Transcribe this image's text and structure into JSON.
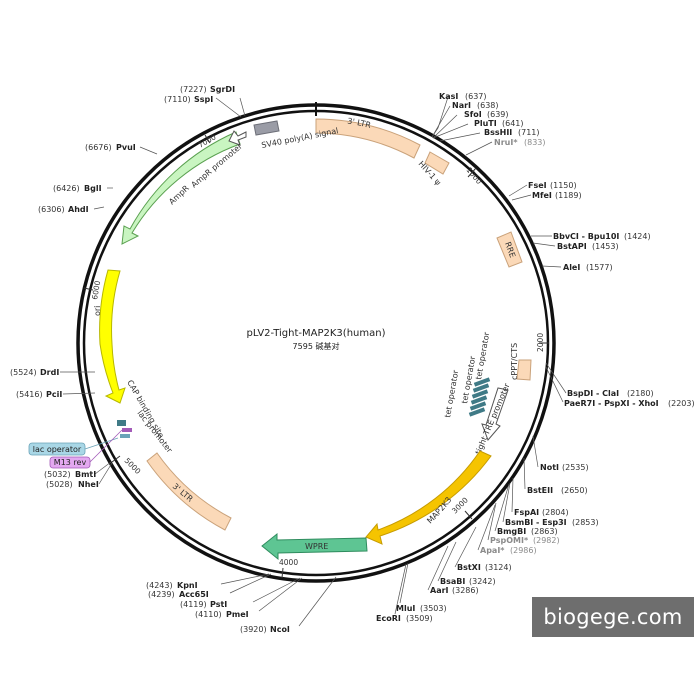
{
  "plasmid": {
    "name": "pLV2-Tight-MAP2K3(human)",
    "length_label": "7595 碱基对",
    "length": 7595,
    "colors": {
      "ring": "#111111",
      "ltr": "#fbd9b8",
      "ampr": "#c9f5c1",
      "ori": "#ffff00",
      "insert": "#f5c400",
      "wpre": "#5ec593",
      "tet_operator": "#3f7a86",
      "polyA": "#9a9ca6",
      "small_box": "#fbd9b8"
    }
  },
  "ticks": [
    "1000",
    "2000",
    "3000",
    "4000",
    "5000",
    "6000",
    "7000"
  ],
  "features": [
    {
      "name": "3' LTR",
      "kind": "ltr",
      "show_label": true
    },
    {
      "name": "HIV-1 ψ",
      "kind": "small_box",
      "show_label": true
    },
    {
      "name": "RRE",
      "kind": "small_box",
      "show_label": true
    },
    {
      "name": "cPPT/CTS",
      "kind": "small_box",
      "show_label": true
    },
    {
      "name": "tet operator",
      "kind": "tet_operator",
      "show_label": true
    },
    {
      "name": "tight TRE promoter",
      "kind": "promoter",
      "show_label": true
    },
    {
      "name": "MAP2K3",
      "kind": "insert",
      "show_label": true
    },
    {
      "name": "WPRE",
      "kind": "wpre",
      "show_label": true
    },
    {
      "name": "3' LTR",
      "kind": "ltr",
      "show_label": true
    },
    {
      "name": "lac promoter",
      "kind": "lac",
      "show_label": true
    },
    {
      "name": "CAP binding site",
      "kind": "cap",
      "show_label": true
    },
    {
      "name": "ori",
      "kind": "ori",
      "show_label": true
    },
    {
      "name": "AmpR",
      "kind": "ampr",
      "show_label": true
    },
    {
      "name": "AmpR promoter",
      "kind": "promoter",
      "show_label": true
    },
    {
      "name": "SV40 poly(A) signal",
      "kind": "polyA",
      "show_label": true
    }
  ],
  "tet_operator_labels": [
    "tet operator",
    "tet operator",
    "tet operator"
  ],
  "pills": [
    {
      "text": "lac operator",
      "color": "#a9d7e6",
      "border": "#6aa3b8"
    },
    {
      "text": "M13 rev",
      "color": "#e3a8f0",
      "border": "#a35ab8"
    }
  ],
  "sites": [
    {
      "name": "KasI",
      "pos": "(637)",
      "gray": false
    },
    {
      "name": "NarI",
      "pos": "(638)",
      "gray": false
    },
    {
      "name": "SfoI",
      "pos": "(639)",
      "gray": false
    },
    {
      "name": "PluTI",
      "pos": "(641)",
      "gray": false
    },
    {
      "name": "BssHII",
      "pos": "(711)",
      "gray": false
    },
    {
      "name": "NruI*",
      "pos": "(833)",
      "gray": true
    },
    {
      "name": "FseI",
      "pos": "(1150)",
      "gray": false
    },
    {
      "name": "MfeI",
      "pos": "(1189)",
      "gray": false
    },
    {
      "name": "BbvCI - Bpu10I",
      "pos": "(1424)",
      "gray": false
    },
    {
      "name": "BstAPI",
      "pos": "(1453)",
      "gray": false
    },
    {
      "name": "AleI",
      "pos": "(1577)",
      "gray": false
    },
    {
      "name": "BspDI - ClaI",
      "pos": "(2180)",
      "gray": false
    },
    {
      "name": "PaeR7I - PspXI - XhoI",
      "pos": "(2203)",
      "gray": false
    },
    {
      "name": "NotI",
      "pos": "(2535)",
      "gray": false
    },
    {
      "name": "BstEII",
      "pos": "(2650)",
      "gray": false
    },
    {
      "name": "FspAI",
      "pos": "(2804)",
      "gray": false
    },
    {
      "name": "BsmBI - Esp3I",
      "pos": "(2853)",
      "gray": false
    },
    {
      "name": "BmgBI",
      "pos": "(2863)",
      "gray": false
    },
    {
      "name": "PspOMI*",
      "pos": "(2982)",
      "gray": true
    },
    {
      "name": "ApaI*",
      "pos": "(2986)",
      "gray": true
    },
    {
      "name": "BstXI",
      "pos": "(3124)",
      "gray": false
    },
    {
      "name": "BsaBI",
      "pos": "(3242)",
      "gray": false
    },
    {
      "name": "AarI",
      "pos": "(3286)",
      "gray": false
    },
    {
      "name": "MluI",
      "pos": "(3503)",
      "gray": false
    },
    {
      "name": "EcoRI",
      "pos": "(3509)",
      "gray": false
    },
    {
      "name": "NcoI",
      "pos": "(3920)",
      "gray": false
    },
    {
      "name": "PmeI",
      "pos": "(4110)",
      "gray": false
    },
    {
      "name": "PstI",
      "pos": "(4119)",
      "gray": false
    },
    {
      "name": "Acc65I",
      "pos": "(4239)",
      "gray": false
    },
    {
      "name": "KpnI",
      "pos": "(4243)",
      "gray": false
    },
    {
      "name": "NheI",
      "pos": "(5028)",
      "gray": false
    },
    {
      "name": "BmtI",
      "pos": "(5032)",
      "gray": false
    },
    {
      "name": "PciI",
      "pos": "(5416)",
      "gray": false
    },
    {
      "name": "DrdI",
      "pos": "(5524)",
      "gray": false
    },
    {
      "name": "AhdI",
      "pos": "(6306)",
      "gray": false
    },
    {
      "name": "BglI",
      "pos": "(6426)",
      "gray": false
    },
    {
      "name": "PvuI",
      "pos": "(6676)",
      "gray": false
    },
    {
      "name": "SspI",
      "pos": "(7110)",
      "gray": false
    },
    {
      "name": "SgrDI",
      "pos": "(7227)",
      "gray": false
    }
  ],
  "watermark": "biogege.com"
}
